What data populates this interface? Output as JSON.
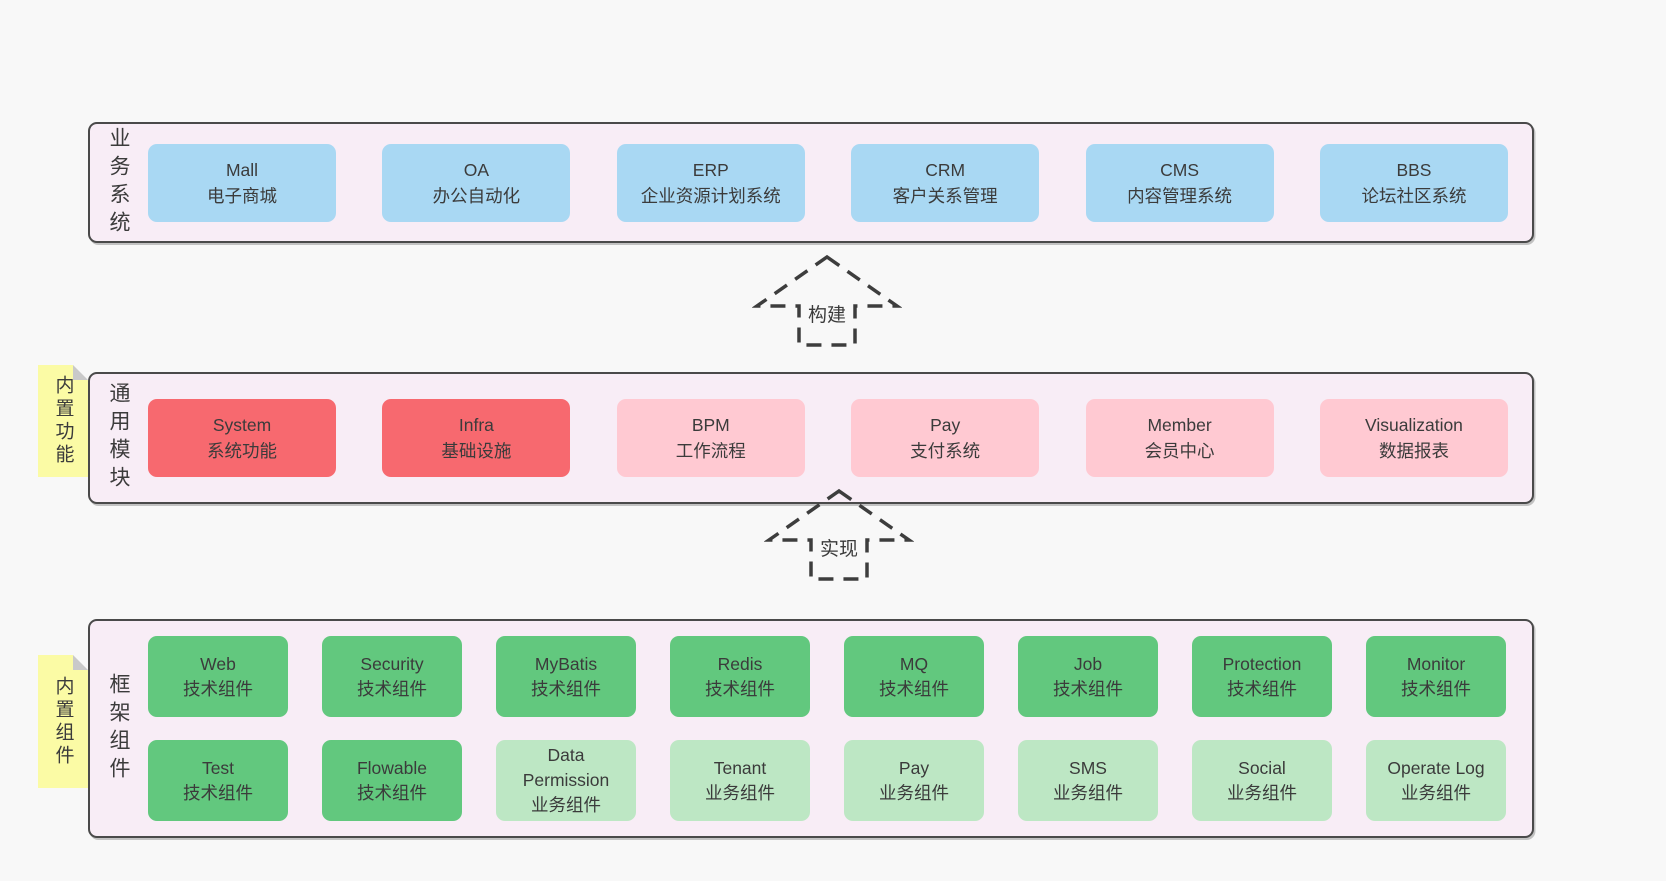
{
  "colors": {
    "page_bg": "#f8f8f8",
    "band_bg": "#f8edf6",
    "band_border": "#4a4a4a",
    "box_blue": "#a9d8f3",
    "box_red": "#f7696f",
    "box_pink": "#ffc9d2",
    "box_green": "#62c87e",
    "box_green_light": "#bde7c4",
    "sticky_yellow": "#fbfba5",
    "sticky_fold": "#c9c9c9",
    "text": "#3b3b3b",
    "arrow": "#3d3d3d"
  },
  "arrows": [
    {
      "label": "构建"
    },
    {
      "label": "实现"
    }
  ],
  "bands": [
    {
      "label": "业务系统",
      "items": [
        {
          "name": "Mall",
          "desc": "电子商城"
        },
        {
          "name": "OA",
          "desc": "办公自动化"
        },
        {
          "name": "ERP",
          "desc": "企业资源计划系统"
        },
        {
          "name": "CRM",
          "desc": "客户关系管理"
        },
        {
          "name": "CMS",
          "desc": "内容管理系统"
        },
        {
          "name": "BBS",
          "desc": "论坛社区系统"
        }
      ]
    },
    {
      "label": "通用模块",
      "sticky": "内置功能",
      "items": [
        {
          "name": "System",
          "desc": "系统功能",
          "variant": "red"
        },
        {
          "name": "Infra",
          "desc": "基础设施",
          "variant": "red"
        },
        {
          "name": "BPM",
          "desc": "工作流程",
          "variant": "pink"
        },
        {
          "name": "Pay",
          "desc": "支付系统",
          "variant": "pink"
        },
        {
          "name": "Member",
          "desc": "会员中心",
          "variant": "pink"
        },
        {
          "name": "Visualization",
          "desc": "数据报表",
          "variant": "pink"
        }
      ]
    },
    {
      "label": "框架组件",
      "sticky": "内置组件",
      "rows": [
        [
          {
            "name": "Web",
            "desc": "技术组件",
            "variant": "green"
          },
          {
            "name": "Security",
            "desc": "技术组件",
            "variant": "green"
          },
          {
            "name": "MyBatis",
            "desc": "技术组件",
            "variant": "green"
          },
          {
            "name": "Redis",
            "desc": "技术组件",
            "variant": "green"
          },
          {
            "name": "MQ",
            "desc": "技术组件",
            "variant": "green"
          },
          {
            "name": "Job",
            "desc": "技术组件",
            "variant": "green"
          },
          {
            "name": "Protection",
            "desc": "技术组件",
            "variant": "green"
          },
          {
            "name": "Monitor",
            "desc": "技术组件",
            "variant": "green"
          }
        ],
        [
          {
            "name": "Test",
            "desc": "技术组件",
            "variant": "green"
          },
          {
            "name": "Flowable",
            "desc": "技术组件",
            "variant": "green"
          },
          {
            "name": "Data Permission",
            "desc": "业务组件",
            "variant": "lightgreen"
          },
          {
            "name": "Tenant",
            "desc": "业务组件",
            "variant": "lightgreen"
          },
          {
            "name": "Pay",
            "desc": "业务组件",
            "variant": "lightgreen"
          },
          {
            "name": "SMS",
            "desc": "业务组件",
            "variant": "lightgreen"
          },
          {
            "name": "Social",
            "desc": "业务组件",
            "variant": "lightgreen"
          },
          {
            "name": "Operate Log",
            "desc": "业务组件",
            "variant": "lightgreen"
          }
        ]
      ]
    }
  ]
}
